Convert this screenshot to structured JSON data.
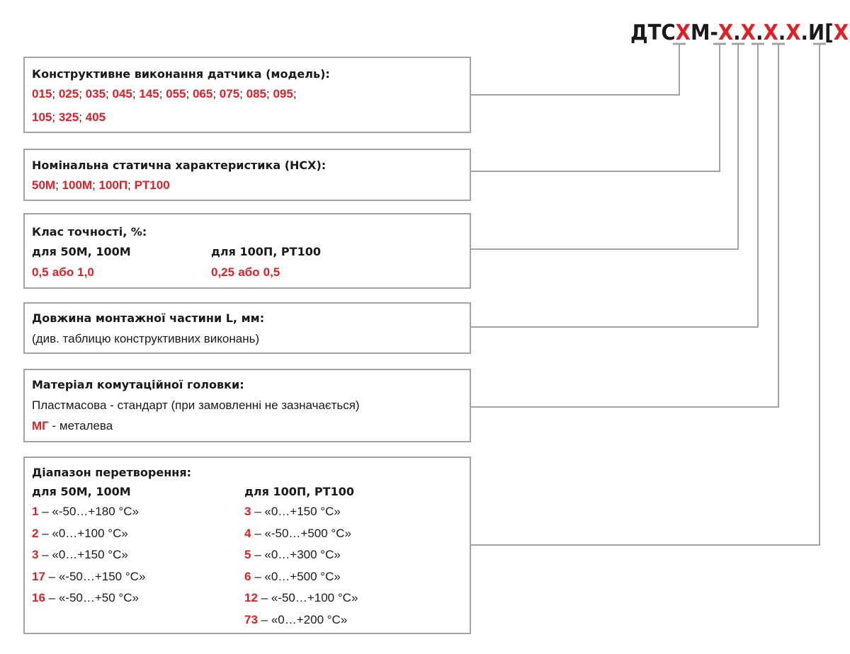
{
  "header": {
    "code_parts": [
      {
        "text": "ДТС",
        "red": false
      },
      {
        "text": "Х",
        "red": true
      },
      {
        "text": "М-",
        "red": false
      },
      {
        "text": "Х",
        "red": true
      },
      {
        "text": ".",
        "red": false
      },
      {
        "text": "Х",
        "red": true
      },
      {
        "text": ".",
        "red": false
      },
      {
        "text": "Х",
        "red": true
      },
      {
        "text": ".",
        "red": false
      },
      {
        "text": "Х",
        "red": true
      },
      {
        "text": ".И[",
        "red": false
      },
      {
        "text": "Х",
        "red": true
      },
      {
        "text": "]",
        "red": false
      }
    ]
  },
  "boxes": {
    "model": {
      "title": "Конструктивне виконання датчика (модель):",
      "row1": [
        "015",
        "025",
        "035",
        "045",
        "145",
        "055",
        "065",
        "075",
        "085",
        "095"
      ],
      "row2": [
        "105",
        "325",
        "405"
      ],
      "separator": ";"
    },
    "nsx": {
      "title": "Номінальна статична характеристика (НСХ):",
      "values": [
        "50М",
        "100М",
        "100П",
        "PT100"
      ],
      "separator": ";"
    },
    "accuracy": {
      "title": "Клас точності, %:",
      "col1_header": "для 50М, 100М",
      "col2_header": "для 100П, PT100",
      "col1_value_a": "0,5",
      "col1_or": "або",
      "col1_value_b": "1,0",
      "col2_value_a": "0,25",
      "col2_or": "або",
      "col2_value_b": "0,5"
    },
    "length": {
      "title": "Довжина монтажної частини L, мм:",
      "note": "(див. таблицю конструктивних виконань)"
    },
    "head": {
      "title": "Матеріал комутаційної головки:",
      "line1": "Пластмасова - стандарт (при замовленні не зазначається)",
      "code": "МГ",
      "line2": " - металева"
    },
    "range": {
      "title": "Діапазон перетворення:",
      "col1_header": "для 50М, 100М",
      "col2_header": "для 100П, PT100",
      "col1": [
        {
          "code": "1",
          "text": " – «-50…+180 °С»"
        },
        {
          "code": "2",
          "text": " – «0…+100 °С»"
        },
        {
          "code": "3",
          "text": " – «0…+150 °С»"
        },
        {
          "code": "17",
          "text": " – «-50…+150 °С»"
        },
        {
          "code": "16",
          "text": " – «-50…+50 °С»"
        }
      ],
      "col2": [
        {
          "code": "3",
          "text": " – «0…+150 °С»"
        },
        {
          "code": "4",
          "text": " – «-50…+500 °С»"
        },
        {
          "code": "5",
          "text": " – «0…+300 °С»"
        },
        {
          "code": "6",
          "text": " – «0…+500 °С»"
        },
        {
          "code": "12",
          "text": " – «-50…+100 °С»"
        },
        {
          "code": "73",
          "text": " – «0…+200 °С»"
        }
      ]
    }
  },
  "colors": {
    "accent_red": "#e31e24",
    "border_gray": "#a3a3a3",
    "text": "#1a1a1a"
  }
}
